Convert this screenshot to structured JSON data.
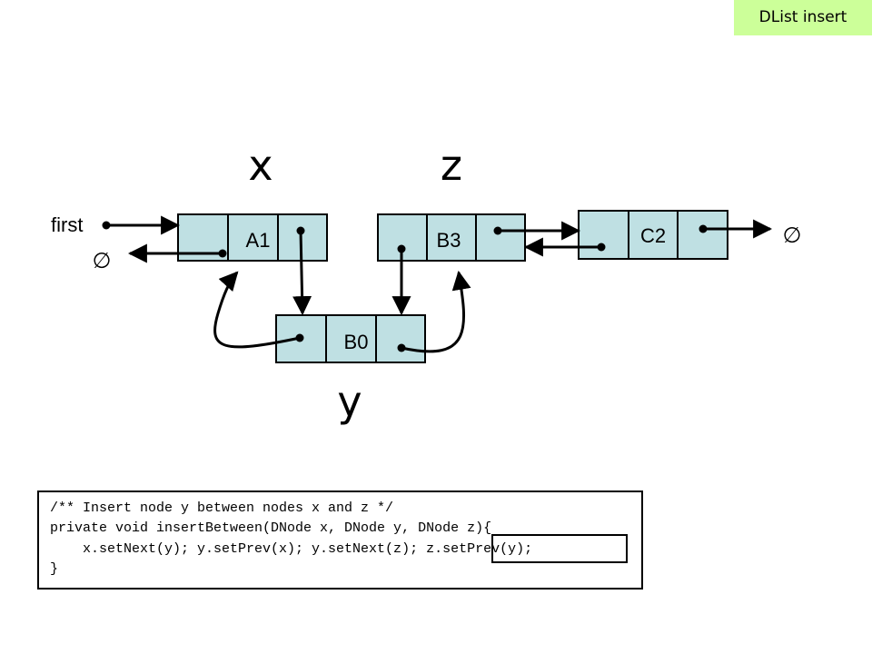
{
  "badge": {
    "label": "DList insert",
    "color": "#ccff99"
  },
  "diagram": {
    "labels": {
      "x": "x",
      "z": "z",
      "y": "y",
      "first": "first",
      "null_left": "∅",
      "null_right": "∅"
    },
    "nodes": [
      {
        "id": "x",
        "value": "A1"
      },
      {
        "id": "z",
        "value": "B3"
      },
      {
        "id": "c",
        "value": "C2"
      },
      {
        "id": "y",
        "value": "B0"
      }
    ],
    "node_fill": "#bfe0e3"
  },
  "code": {
    "lines": [
      "/** Insert node y between nodes x and z */",
      "private void insertBetween(DNode x, DNode y, DNode z){",
      "    x.setNext(y); y.setPrev(x); y.setNext(z); z.setPrev(y);",
      "}"
    ]
  }
}
